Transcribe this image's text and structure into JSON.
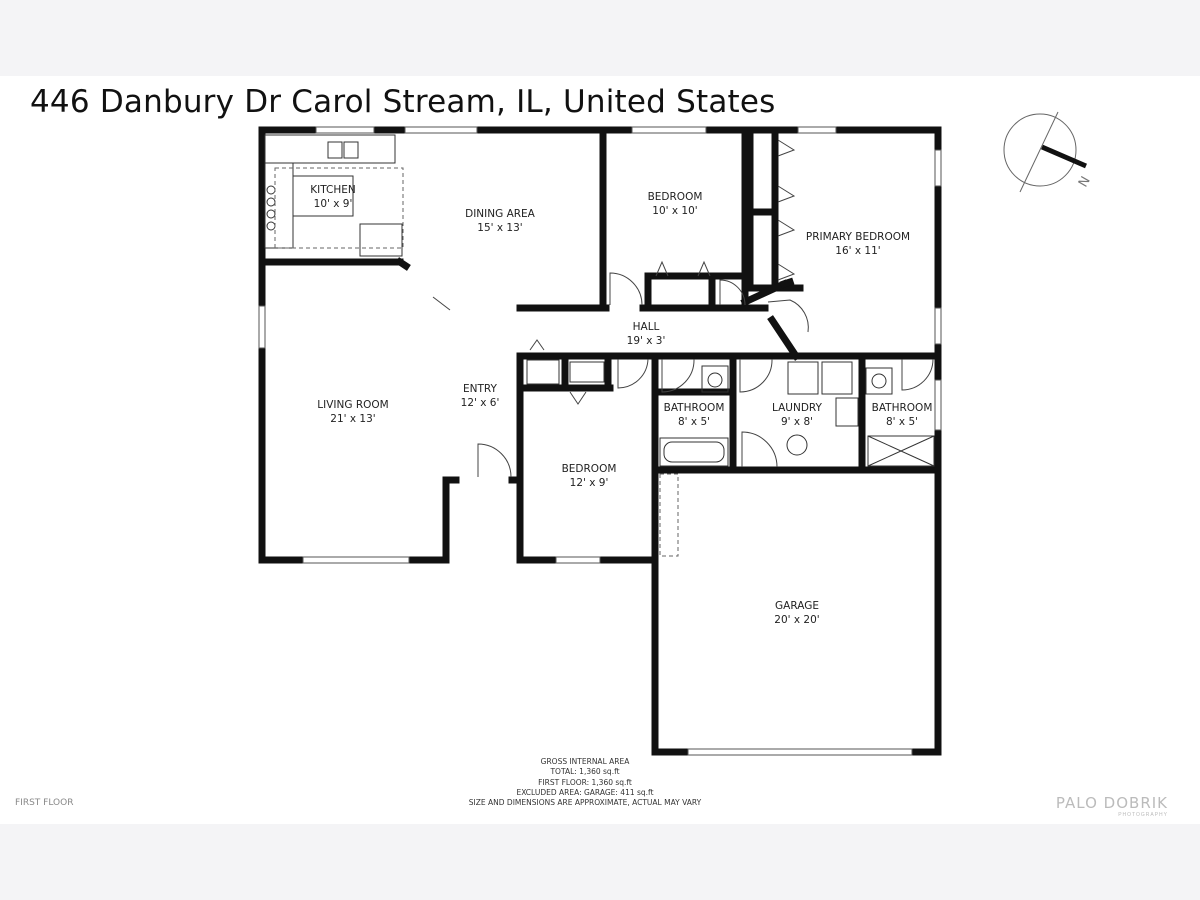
{
  "address": "446 Danbury Dr Carol Stream, IL, United States",
  "rooms": [
    {
      "id": "kitchen",
      "name": "KITCHEN",
      "dims": "10' x 9'"
    },
    {
      "id": "dining",
      "name": "DINING AREA",
      "dims": "15' x 13'"
    },
    {
      "id": "bedroom1",
      "name": "BEDROOM",
      "dims": "10' x 10'"
    },
    {
      "id": "primary",
      "name": "PRIMARY BEDROOM",
      "dims": "16' x 11'"
    },
    {
      "id": "hall",
      "name": "HALL",
      "dims": "19' x 3'"
    },
    {
      "id": "living",
      "name": "LIVING ROOM",
      "dims": "21' x 13'"
    },
    {
      "id": "entry",
      "name": "ENTRY",
      "dims": "12' x 6'"
    },
    {
      "id": "bedroom2",
      "name": "BEDROOM",
      "dims": "12' x 9'"
    },
    {
      "id": "bath1",
      "name": "BATHROOM",
      "dims": "8' x 5'"
    },
    {
      "id": "laundry",
      "name": "LAUNDRY",
      "dims": "9' x 8'"
    },
    {
      "id": "bath2",
      "name": "BATHROOM",
      "dims": "8' x 5'"
    },
    {
      "id": "garage",
      "name": "GARAGE",
      "dims": "20' x 20'"
    }
  ],
  "area_summary": {
    "heading": "GROSS INTERNAL AREA",
    "total": "TOTAL: 1,360 sq.ft",
    "first_floor": "FIRST FLOOR: 1,360 sq.ft",
    "excluded": "EXCLUDED AREA: GARAGE: 411 sq.ft",
    "disclaimer": "SIZE AND DIMENSIONS ARE APPROXIMATE, ACTUAL MAY VARY"
  },
  "floor_label": "FIRST FLOOR",
  "brand": {
    "name": "PALO DOBRIK",
    "sub": "PHOTOGRAPHY"
  },
  "compass_label": "N",
  "colors": {
    "wall": "#111111",
    "background": "#f4f4f6",
    "sheet": "#ffffff"
  }
}
